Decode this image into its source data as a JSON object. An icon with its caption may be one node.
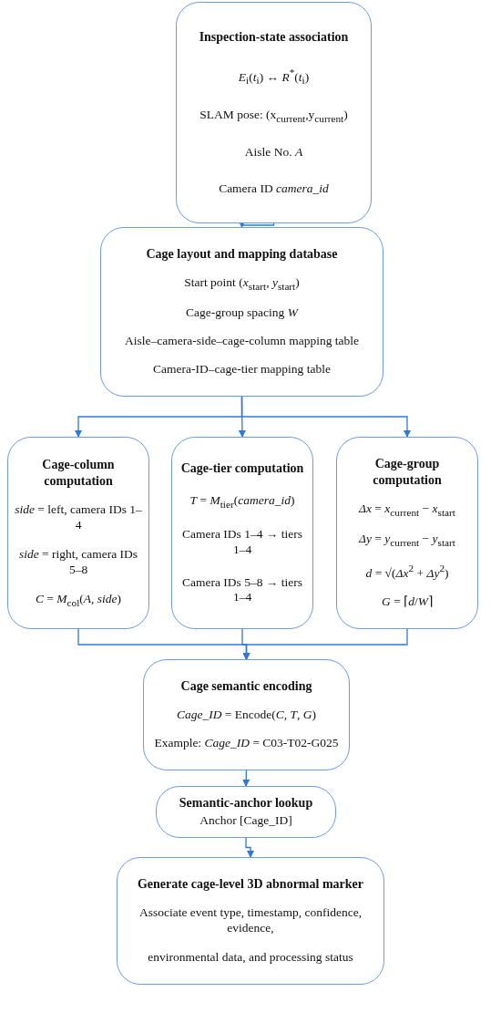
{
  "diagram": {
    "nodes": [
      {
        "text": [
          "Inspection-state association",
          "*E*$_{i}$(*t*$_{i}$) ↔ *R*$^{*}$(*t*$_{i}$)",
          "SLAM pose: (x$_{current}$,y$_{current}$)",
          "Aisle No. *A*",
          "Camera ID *camera_id*"
        ]
      },
      {
        "text": [
          "Cage layout and mapping database",
          "Start point (*x*$_{start}$, *y*$_{start}$)",
          "Cage-group spacing *W*",
          "Aisle–camera-side–cage-column mapping table",
          "Camera-ID–cage-tier mapping table"
        ]
      },
      {
        "text": [
          "Cage-column computation",
          "*side* = left, camera IDs 1–4",
          "*side* = right, camera IDs 5–8",
          "*C* = *M*$_{col}$(*A*, *side*)"
        ]
      },
      {
        "text": [
          "Cage-tier computation",
          "*T* = *M*$_{tier}$(*camera_id*)",
          "Camera IDs 1–4 → tiers 1–4",
          "Camera IDs 5–8 → tiers 1–4"
        ]
      },
      {
        "text": [
          "Cage-group computation",
          "*Δx* = *x*$_{current}$ − *x*$_{start}$",
          "*Δy* = *y*$_{current}$ − *y*$_{start}$",
          "*d* = √(*Δx*$^{2}$ + *Δy*$^{2}$)",
          "*G* = ⌈*d*/*W*⌉"
        ]
      },
      {
        "text": [
          "Cage semantic encoding",
          "*Cage_ID* = Encode(*C*, *T*, *G*)",
          "Example: *Cage_ID* = C03-T02-G025"
        ]
      },
      {
        "text": [
          "Semantic-anchor lookup",
          "Anchor [Cage_ID]"
        ]
      },
      {
        "text": [
          "Generate cage-level 3D abnormal marker",
          "Associate event type, timestamp, confidence, evidence,",
          "environmental data, and processing status"
        ]
      }
    ],
    "edges": [
      {
        "from": 0,
        "to": 1,
        "arrow": "to"
      },
      {
        "from": 1,
        "to": 2,
        "arrow": "to"
      },
      {
        "from": 1,
        "to": 3,
        "arrow": "to"
      },
      {
        "from": 1,
        "to": 4,
        "arrow": "to"
      },
      {
        "from": 2,
        "to": 5,
        "arrow": "to"
      },
      {
        "from": 3,
        "to": 5,
        "arrow": "to"
      },
      {
        "from": 4,
        "to": 5,
        "arrow": "to"
      },
      {
        "from": 5,
        "to": 6,
        "arrow": "to"
      },
      {
        "from": 6,
        "to": 7,
        "arrow": "to"
      }
    ]
  }
}
